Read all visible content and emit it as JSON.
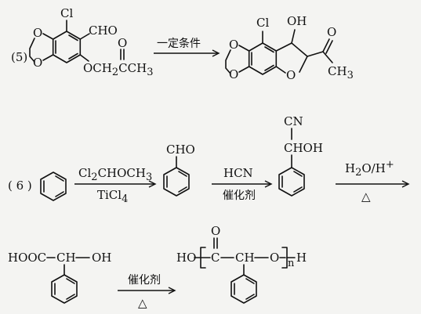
{
  "reaction5": {
    "number": "(5)",
    "sm_cl": "Cl",
    "sm_cho": "CHO",
    "sm_o": "O",
    "sm_ester_o": "OCH",
    "sm_sub2": "2",
    "sm_ccch3": "CCH",
    "sm_sub3": "3",
    "sm_ring_o1": "O",
    "sm_ring_o2": "O",
    "arrow_label": "一定条件",
    "pr_cl": "Cl",
    "pr_oh": "OH",
    "pr_o_ring": "O",
    "pr_o_ketone": "O",
    "pr_ch3": "CH",
    "pr_sub3": "3",
    "pr_ring_o1": "O",
    "pr_ring_o2": "O"
  },
  "reaction6": {
    "number": "( 6 )",
    "reagent1_cl": "Cl",
    "reagent1_sub": "2",
    "reagent1_rest": "CHOCH",
    "reagent1_sub3": "3",
    "reagent1_below": "TiCl",
    "reagent1_below_sub": "4",
    "int1_cho": "CHO",
    "reagent2_above": "HCN",
    "reagent2_below": "催化剂",
    "int2_cn": "CN",
    "int2_chooh": "CHOH",
    "reagent3_h2o": "H",
    "reagent3_sub2": "2",
    "reagent3_rest": "O/H",
    "reagent3_sup": "+",
    "reagent3_below": "△",
    "acid_hooc": "HOOC",
    "acid_ch": "CH",
    "acid_oh": "OH",
    "reagent4_above": "催化剂",
    "reagent4_below": "△",
    "poly_ho": "HO",
    "poly_o_top": "O",
    "poly_c": "C",
    "poly_ch": "CH",
    "poly_o": "O",
    "poly_n": "n",
    "poly_h": "H"
  }
}
